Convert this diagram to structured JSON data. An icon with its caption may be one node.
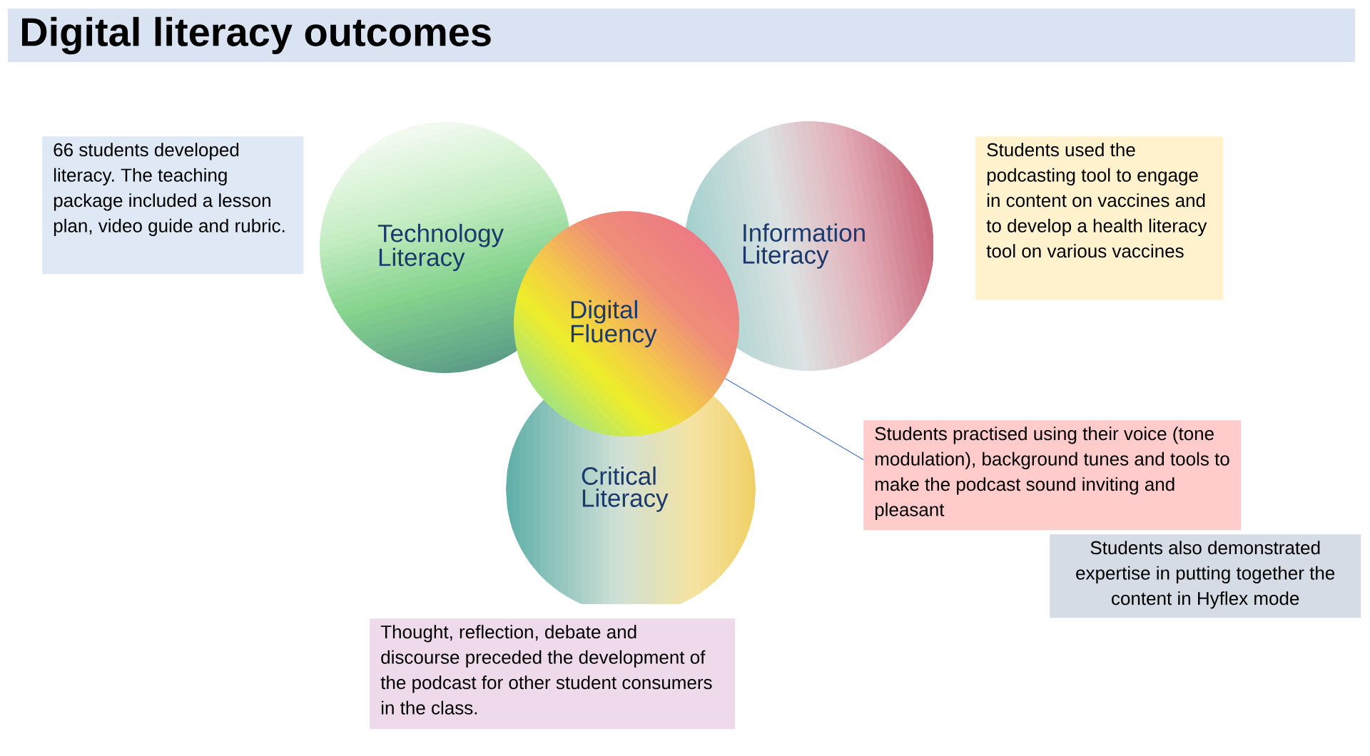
{
  "diagram": {
    "title": "Digital literacy outcomes",
    "nodes": [
      {
        "text": [
          "66 students developed literacy. The teaching package included a lesson plan, video guide and rubric."
        ]
      },
      {
        "text": [
          "Technology Literacy"
        ]
      },
      {
        "text": [
          "Information Literacy"
        ]
      },
      {
        "text": [
          "Students used the podcasting tool to engage in content on vaccines and to develop a health literacy tool on various vaccines"
        ]
      },
      {
        "text": [
          "Digital Fluency"
        ]
      },
      {
        "text": [
          "Critical Literacy"
        ]
      },
      {
        "text": [
          "Students practised using their voice (tone modulation), background tunes and tools to make the podcast sound inviting and pleasant"
        ]
      },
      {
        "text": [
          "Students also demonstrated expertise in putting together the content in Hyflex mode"
        ]
      },
      {
        "text": [
          "Thought, reflection, debate and discourse preceded the development of the podcast for other student consumers in the class."
        ]
      }
    ],
    "edges": [
      {
        "from": 6,
        "to": 4,
        "arrow": "none"
      }
    ]
  }
}
